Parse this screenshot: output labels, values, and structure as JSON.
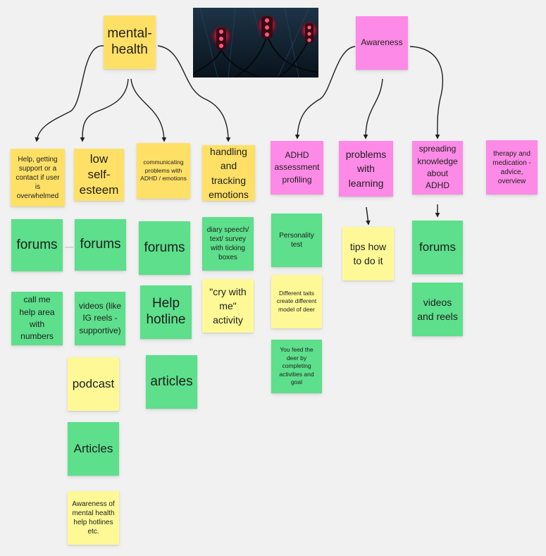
{
  "colors": {
    "canvas": "#f1f1f1",
    "yellow": "#ffe066",
    "light_yellow": "#fef996",
    "green": "#5ddf8b",
    "pink": "#fd8ae6",
    "connector": "#1e1e1e"
  },
  "board": {
    "mental_health": {
      "title": "mental-health",
      "categories": {
        "help": "Help, getting support or a contact if user is overwhelmed",
        "self_esteem": "low self-esteem",
        "communicating": "communicating problems with ADHD / emotions",
        "tracking": "handling and tracking emotions"
      },
      "help_items": [
        "forums",
        "call me help area with numbers"
      ],
      "self_esteem_items": [
        "forums",
        "videos (like IG reels - supportive)",
        "podcast",
        "Articles",
        "Awareness of mental health help hotlines etc."
      ],
      "communicating_items": [
        "forums",
        "Help hotline",
        "articles"
      ],
      "tracking_items": [
        "diary speech/ text/ survey with ticking boxes",
        "\"cry with me\" activity"
      ]
    },
    "awareness": {
      "title": "Awareness",
      "categories": {
        "adhd_assessment": "ADHD assessment profiling",
        "learning": "problems with learning",
        "knowledge": "spreading knowledge about ADHD",
        "therapy": "therapy and medication - advice, overview"
      },
      "assessment_items": [
        "Personality test",
        "Different taits create different model of deer",
        "You feed the deer by completing activities and goal"
      ],
      "learning_items": [
        "tips how to do it"
      ],
      "knowledge_items": [
        "forums",
        "videos and reels"
      ]
    },
    "image_icon": "red-glowing-deer-robots-image"
  }
}
